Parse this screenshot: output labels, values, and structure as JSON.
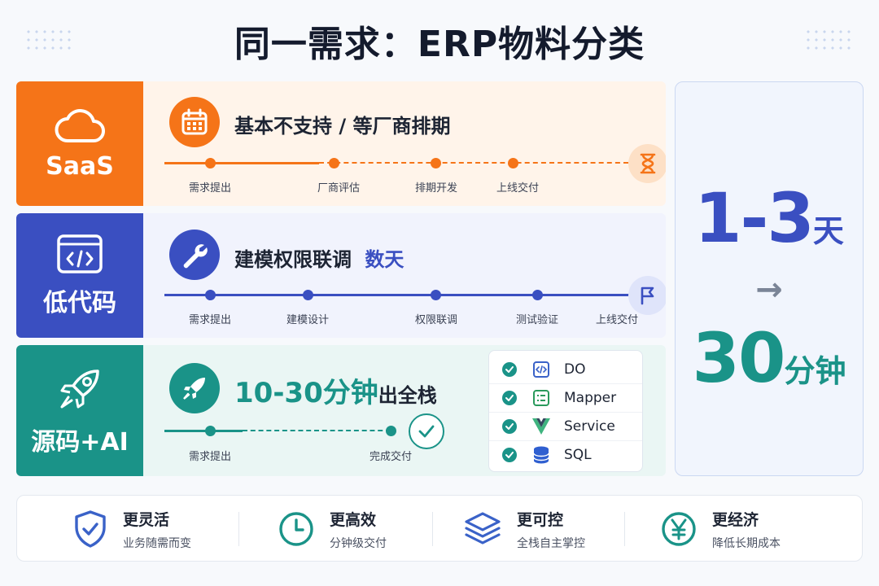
{
  "title": "同一需求：ERP物料分类",
  "colors": {
    "saas": "#f57418",
    "lowcode": "#3a4fc1",
    "ai": "#1a9388"
  },
  "rows": [
    {
      "label": "SaaS",
      "icon": "cloud-icon",
      "headline": "基本不支持 / 等厂商排期",
      "status_icon": "hourglass-icon",
      "steps": [
        "需求提出",
        "厂商评估",
        "排期开发",
        "上线交付"
      ]
    },
    {
      "label": "低代码",
      "icon": "code-window-icon",
      "headline_main": "建模权限联调",
      "headline_accent": "数天",
      "status_icon": "flag-icon",
      "steps": [
        "需求提出",
        "建模设计",
        "权限联调",
        "测试验证",
        "上线交付"
      ]
    },
    {
      "label": "源码+AI",
      "icon": "rocket-icon",
      "headline_accent": "10-30分钟",
      "headline_main": "出全栈",
      "status_icon": "check-circle-icon",
      "steps": [
        "需求提出",
        "完成交付"
      ],
      "checklist": [
        {
          "text": "DO",
          "icon": "code-file-icon"
        },
        {
          "text": "Mapper",
          "icon": "list-icon"
        },
        {
          "text": "Service",
          "icon": "vue-logo-icon"
        },
        {
          "text": "SQL",
          "icon": "database-icon"
        }
      ]
    }
  ],
  "summary": {
    "before_num": "1-3",
    "before_unit": "天",
    "arrow": "→",
    "after_num": "30",
    "after_unit": "分钟"
  },
  "benefits": [
    {
      "title": "更灵活",
      "subtitle": "业务随需而变",
      "icon": "shield-check-icon"
    },
    {
      "title": "更高效",
      "subtitle": "分钟级交付",
      "icon": "clock-icon"
    },
    {
      "title": "更可控",
      "subtitle": "全栈自主掌控",
      "icon": "layers-icon"
    },
    {
      "title": "更经济",
      "subtitle": "降低长期成本",
      "icon": "yen-icon"
    }
  ]
}
